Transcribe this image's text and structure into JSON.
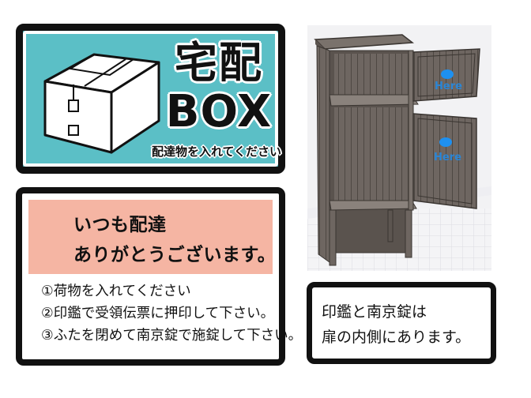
{
  "box_sign": {
    "title_line1": "宅配",
    "title_line2": "BOX",
    "subtitle": "配達物を入れてください",
    "colors": {
      "background": "#5bbfc6",
      "border": "#111111",
      "text": "#111111"
    },
    "icons": [
      "cardboard-box-icon"
    ]
  },
  "thanks_sign": {
    "greeting_line1": "いつも配達",
    "greeting_line2": "ありがとうございます。",
    "instructions": [
      "①荷物を入れてください",
      "②印鑑で受領伝票に押印して下さい。",
      "③ふたを閉めて南京錠で施錠して下さい。"
    ],
    "colors": {
      "header_background": "#f5b5a3"
    }
  },
  "cabinet_render": {
    "markers": [
      {
        "label": "Here"
      },
      {
        "label": "Here"
      }
    ],
    "colors": {
      "marker": "#1e90f0",
      "marker_text": "#2a86d6",
      "wood": "#6e6661"
    }
  },
  "note_sign": {
    "line1": "印鑑と南京錠は",
    "line2": "扉の内側にあります。"
  }
}
